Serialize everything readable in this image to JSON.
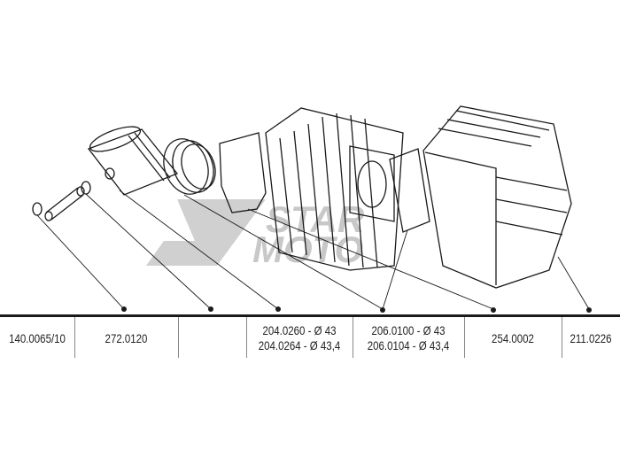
{
  "watermark": {
    "brand": "STAR MOTO",
    "line1": "STAR",
    "line2": "MOTO"
  },
  "colors": {
    "line": "#1a1a1a",
    "watermark": "#c8c8c8"
  },
  "parts": [
    {
      "ref": "140.0065/10"
    },
    {
      "ref": "272.0120"
    },
    {
      "ref": ""
    },
    {
      "ref": "204.0260 - Ø 43",
      "ref2": "204.0264 - Ø 43,4"
    },
    {
      "ref": "206.0100 - Ø 43",
      "ref2": "206.0104 - Ø 43,4"
    },
    {
      "ref": "254.0002"
    },
    {
      "ref": "211.0226"
    }
  ]
}
